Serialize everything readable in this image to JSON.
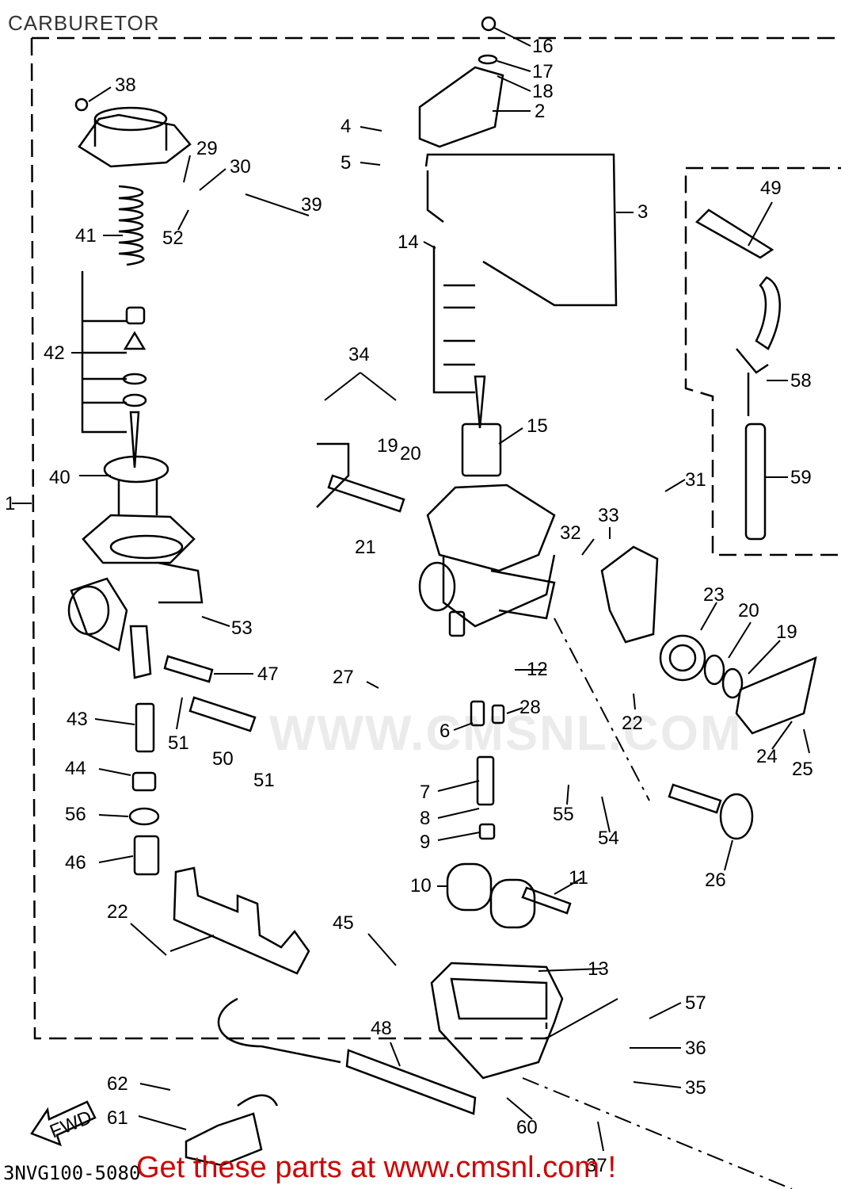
{
  "diagram": {
    "title": "CARBURETOR",
    "doc_code": "3NVG100-5080",
    "footer": "Get these parts at www.cmsnl.com !",
    "watermark": "WWW.CMSNL.COM",
    "fwd_label": "FWD",
    "callouts": [
      {
        "id": "38",
        "text": "38"
      },
      {
        "id": "29",
        "text": "29"
      },
      {
        "id": "30",
        "text": "30"
      },
      {
        "id": "39",
        "text": "39"
      },
      {
        "id": "41",
        "text": "41"
      },
      {
        "id": "52",
        "text": "52"
      },
      {
        "id": "42",
        "text": "42"
      },
      {
        "id": "40",
        "text": "40"
      },
      {
        "id": "1",
        "text": "1"
      },
      {
        "id": "53",
        "text": "53"
      },
      {
        "id": "47",
        "text": "47"
      },
      {
        "id": "43",
        "text": "43"
      },
      {
        "id": "51a",
        "text": "51"
      },
      {
        "id": "50",
        "text": "50"
      },
      {
        "id": "51b",
        "text": "51"
      },
      {
        "id": "44",
        "text": "44"
      },
      {
        "id": "56",
        "text": "56"
      },
      {
        "id": "46",
        "text": "46"
      },
      {
        "id": "22a",
        "text": "22"
      },
      {
        "id": "16",
        "text": "16"
      },
      {
        "id": "17",
        "text": "17"
      },
      {
        "id": "18",
        "text": "18"
      },
      {
        "id": "2",
        "text": "2"
      },
      {
        "id": "4",
        "text": "4"
      },
      {
        "id": "5",
        "text": "5"
      },
      {
        "id": "3",
        "text": "3"
      },
      {
        "id": "14",
        "text": "14"
      },
      {
        "id": "34",
        "text": "34"
      },
      {
        "id": "19a",
        "text": "19"
      },
      {
        "id": "20a",
        "text": "20"
      },
      {
        "id": "21",
        "text": "21"
      },
      {
        "id": "15",
        "text": "15"
      },
      {
        "id": "49",
        "text": "49"
      },
      {
        "id": "58",
        "text": "58"
      },
      {
        "id": "59",
        "text": "59"
      },
      {
        "id": "31",
        "text": "31"
      },
      {
        "id": "32",
        "text": "32"
      },
      {
        "id": "33",
        "text": "33"
      },
      {
        "id": "23",
        "text": "23"
      },
      {
        "id": "20b",
        "text": "20"
      },
      {
        "id": "19b",
        "text": "19"
      },
      {
        "id": "12",
        "text": "12"
      },
      {
        "id": "27",
        "text": "27"
      },
      {
        "id": "28",
        "text": "28"
      },
      {
        "id": "6",
        "text": "6"
      },
      {
        "id": "22b",
        "text": "22"
      },
      {
        "id": "24",
        "text": "24"
      },
      {
        "id": "25",
        "text": "25"
      },
      {
        "id": "7",
        "text": "7"
      },
      {
        "id": "8",
        "text": "8"
      },
      {
        "id": "9",
        "text": "9"
      },
      {
        "id": "55",
        "text": "55"
      },
      {
        "id": "54",
        "text": "54"
      },
      {
        "id": "26",
        "text": "26"
      },
      {
        "id": "10",
        "text": "10"
      },
      {
        "id": "11",
        "text": "11"
      },
      {
        "id": "45",
        "text": "45"
      },
      {
        "id": "13",
        "text": "13"
      },
      {
        "id": "57",
        "text": "57"
      },
      {
        "id": "36",
        "text": "36"
      },
      {
        "id": "35",
        "text": "35"
      },
      {
        "id": "48",
        "text": "48"
      },
      {
        "id": "62",
        "text": "62"
      },
      {
        "id": "61",
        "text": "61"
      },
      {
        "id": "60",
        "text": "60"
      },
      {
        "id": "37",
        "text": "37"
      }
    ]
  }
}
